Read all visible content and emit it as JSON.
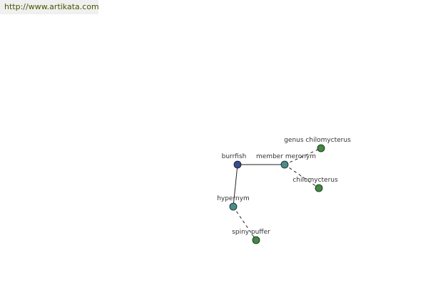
{
  "banner": {
    "url_text": "http://www.artikata.com"
  },
  "colors": {
    "center_node": "#3a4a8c",
    "relation_node": "#4a8c8c",
    "leaf_node": "#3f8a3f",
    "edge": "#222222"
  },
  "graph": {
    "nodes": [
      {
        "id": "burrfish",
        "label": "burrfish",
        "kind": "center"
      },
      {
        "id": "member-meronym",
        "label": "member meronym",
        "kind": "relation"
      },
      {
        "id": "hypernym",
        "label": "hypernym",
        "kind": "relation"
      },
      {
        "id": "genus-chilomycterus",
        "label": "genus chilomycterus",
        "kind": "leaf"
      },
      {
        "id": "chilomycterus",
        "label": "chilomycterus",
        "kind": "leaf"
      },
      {
        "id": "spiny-puffer",
        "label": "spiny puffer",
        "kind": "leaf"
      }
    ],
    "edges": [
      {
        "from": "burrfish",
        "to": "member-meronym",
        "style": "solid"
      },
      {
        "from": "burrfish",
        "to": "hypernym",
        "style": "solid"
      },
      {
        "from": "member-meronym",
        "to": "genus-chilomycterus",
        "style": "dashed"
      },
      {
        "from": "member-meronym",
        "to": "chilomycterus",
        "style": "dashed"
      },
      {
        "from": "hypernym",
        "to": "spiny-puffer",
        "style": "dashed"
      }
    ]
  }
}
